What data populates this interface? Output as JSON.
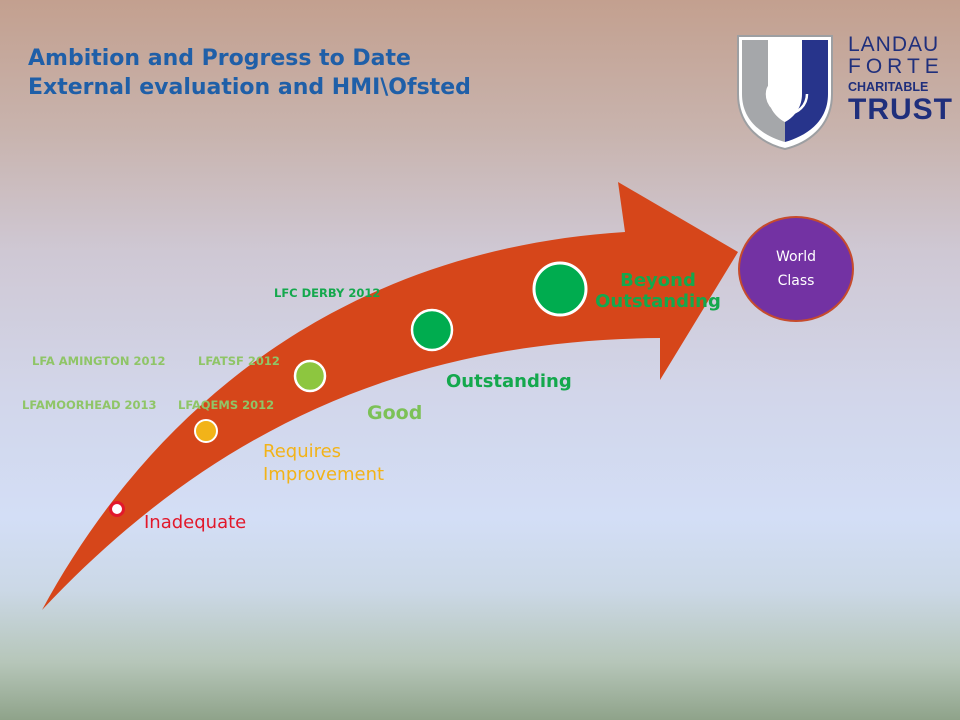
{
  "header": {
    "title_line1": "Ambition and Progress to Date",
    "title_line2": "External evaluation and HMI\\Ofsted"
  },
  "logo": {
    "line1": "LANDAU",
    "line2": "FORTE",
    "line3": "CHARITABLE",
    "line4": "TRUST",
    "icon": "spiral-shield-icon"
  },
  "levels": {
    "inadequate": "Inadequate",
    "requires_line1": "Requires",
    "requires_line2": "Improvement",
    "good": "Good",
    "outstanding": "Outstanding",
    "beyond_line1": "Beyond",
    "beyond_line2": "Outstanding"
  },
  "schools": {
    "derby": "LFC DERBY 2012",
    "amington": "LFA AMINGTON  2012",
    "atsf": "LFATSF 2012",
    "moorhead": "LFAMOORHEAD 2013",
    "aqems": "LFAQEMS 2012"
  },
  "world_class": {
    "line1": "World",
    "line2": "Class"
  },
  "colors": {
    "arrow": "#d6461a",
    "inadequate": "#e2182b",
    "requires_improvement": "#f2b319",
    "good": "#8dc63f",
    "outstanding": "#00ac4f",
    "world_class": "#7332a3",
    "title": "#1f5fa8",
    "logo_navy": "#27348b",
    "logo_grey": "#9d9fa2"
  }
}
